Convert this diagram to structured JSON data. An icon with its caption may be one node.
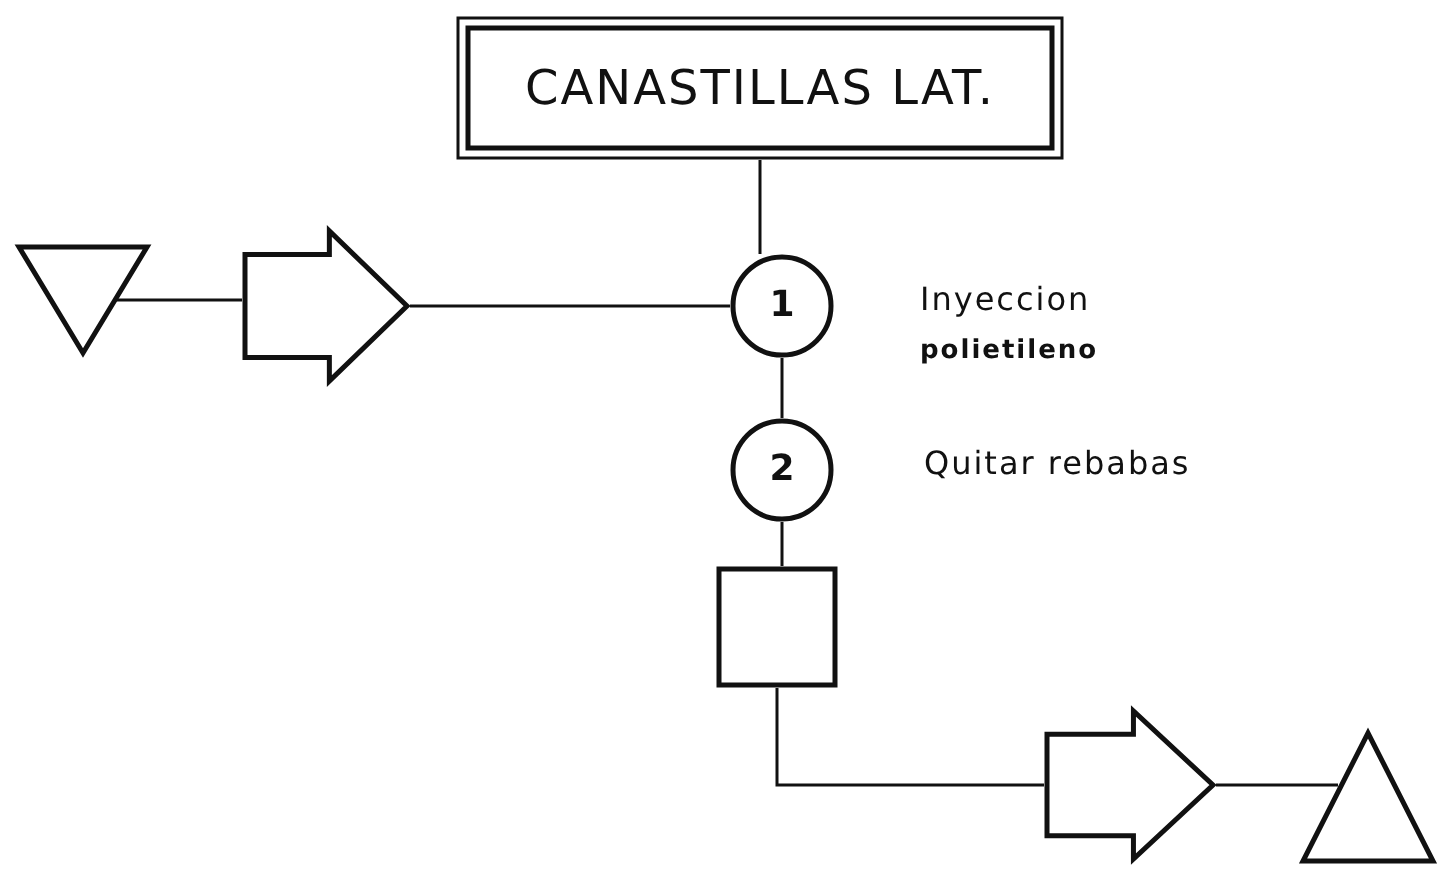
{
  "diagram": {
    "nodes": [
      {
        "text": [
          "CANASTILLAS LAT."
        ]
      },
      {
        "text": [],
        "shape": "triangle"
      },
      {
        "text": [],
        "shape": "arrow"
      },
      {
        "text": [
          "1"
        ],
        "beside": [
          "Inyeccion",
          "polietileno"
        ]
      },
      {
        "text": [
          "2"
        ],
        "beside": [
          "Quitar rebabas"
        ]
      },
      {
        "text": [],
        "shape": "box"
      },
      {
        "text": [],
        "shape": "arrow"
      },
      {
        "text": [],
        "shape": "triangle"
      }
    ],
    "edges": [
      {
        "from": 0,
        "to": 3,
        "arrow": "none"
      },
      {
        "from": 1,
        "to": 2,
        "arrow": "none"
      },
      {
        "from": 2,
        "to": 3,
        "arrow": "none"
      },
      {
        "from": 3,
        "to": 4,
        "arrow": "none"
      },
      {
        "from": 4,
        "to": 5,
        "arrow": "none"
      },
      {
        "from": 5,
        "to": 6,
        "arrow": "none"
      },
      {
        "from": 6,
        "to": 7,
        "arrow": "none"
      }
    ]
  }
}
